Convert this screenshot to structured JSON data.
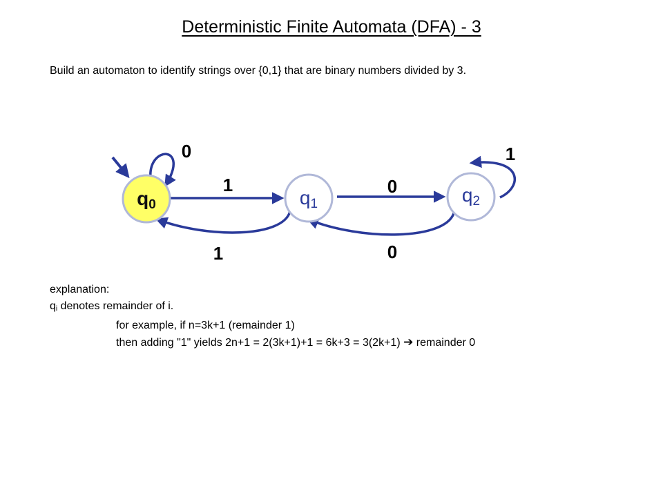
{
  "slide": {
    "title": "Deterministic Finite Automata (DFA) - 3",
    "problem": "Build an automaton to identify strings over {0,1} that are binary numbers divided by 3."
  },
  "diagram": {
    "states": [
      {
        "id": "q0",
        "base": "q",
        "sub": "0",
        "start": true,
        "highlight": true
      },
      {
        "id": "q1",
        "base": "q",
        "sub": "1",
        "start": false,
        "highlight": false
      },
      {
        "id": "q2",
        "base": "q",
        "sub": "2",
        "start": false,
        "highlight": false
      }
    ],
    "transitions": [
      {
        "from": "q0",
        "to": "q0",
        "label": "0"
      },
      {
        "from": "q0",
        "to": "q1",
        "label": "1"
      },
      {
        "from": "q1",
        "to": "q0",
        "label": "1"
      },
      {
        "from": "q1",
        "to": "q2",
        "label": "0"
      },
      {
        "from": "q2",
        "to": "q1",
        "label": "0"
      },
      {
        "from": "q2",
        "to": "q2",
        "label": "1"
      }
    ],
    "colors": {
      "state_fill_start": "#ffff66",
      "state_fill": "#ffffff",
      "state_border": "#b0b8d8",
      "edge": "#2a3a9a",
      "state_text_start": "#111111",
      "state_text": "#2a3a9a"
    }
  },
  "explanation": {
    "heading": "explanation:",
    "line1_prefix": "q",
    "line1_sub": "i",
    "line1_rest": " denotes remainder of i.",
    "line2": "for example, if n=3k+1 (remainder 1)",
    "line3_before": "then adding \"1\" yields 2n+1 = 2(3k+1)+1 = 6k+3 = 3(2k+1) ",
    "line3_arrow": "➔",
    "line3_after": " remainder 0"
  }
}
